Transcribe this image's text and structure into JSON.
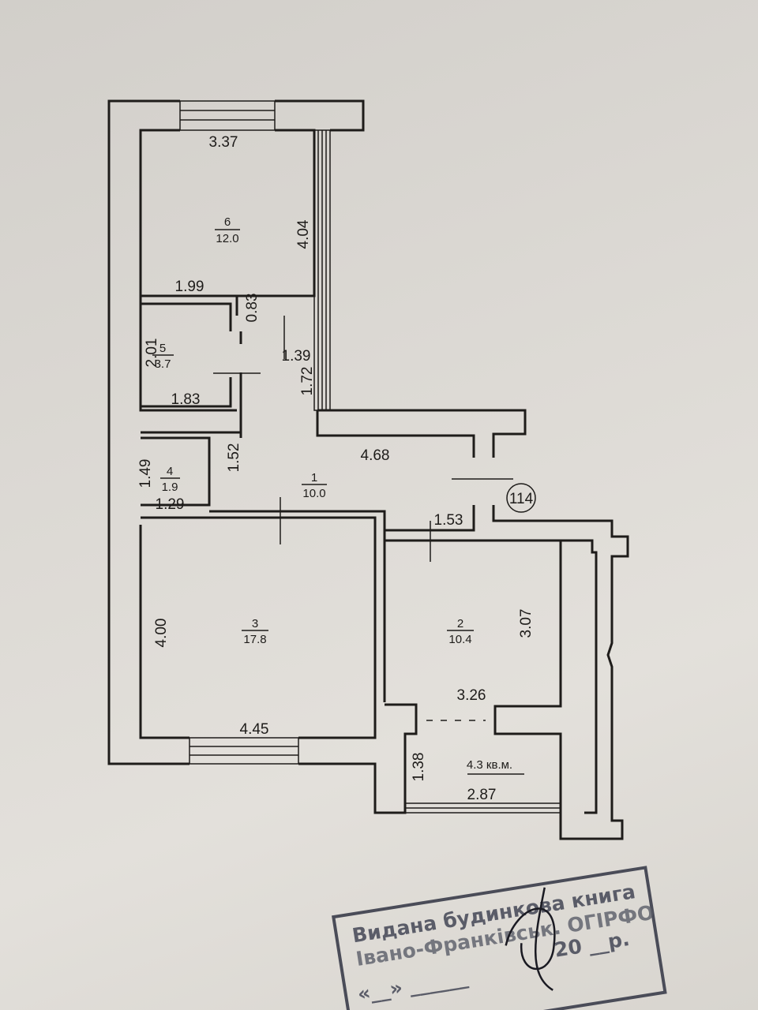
{
  "plan": {
    "rooms": [
      {
        "number": "6",
        "area": "12.0"
      },
      {
        "number": "5",
        "area": "3.7"
      },
      {
        "number": "4",
        "area": "1.9"
      },
      {
        "number": "1",
        "area": "10.0"
      },
      {
        "number": "3",
        "area": "17.8"
      },
      {
        "number": "2",
        "area": "10.4"
      }
    ],
    "balcony_area": "4.3 кв.м.",
    "apartment_number": "114",
    "dimensions": {
      "r6_width": "3.37",
      "r6_length": "4.04",
      "r5_top": "1.99",
      "r5_height": "2.01",
      "r5_bottom": "1.83",
      "door_083": "0.83",
      "corr_139": "1.39",
      "corr_172": "1.72",
      "r4_height": "1.49",
      "r4_side": "1.52",
      "r4_bottom": "1.29",
      "hall_width": "4.68",
      "hall_153": "1.53",
      "r3_height": "4.00",
      "r3_width": "4.45",
      "r2_height": "3.07",
      "r2_width": "3.26",
      "balcony_depth": "1.38",
      "balcony_width": "2.87"
    }
  },
  "stamp": {
    "line1": "Видана будинкова книга",
    "line2": "Івано-Франківськ. ОГІРФО",
    "line3": "20 __р.",
    "line4": "«__» ______"
  }
}
